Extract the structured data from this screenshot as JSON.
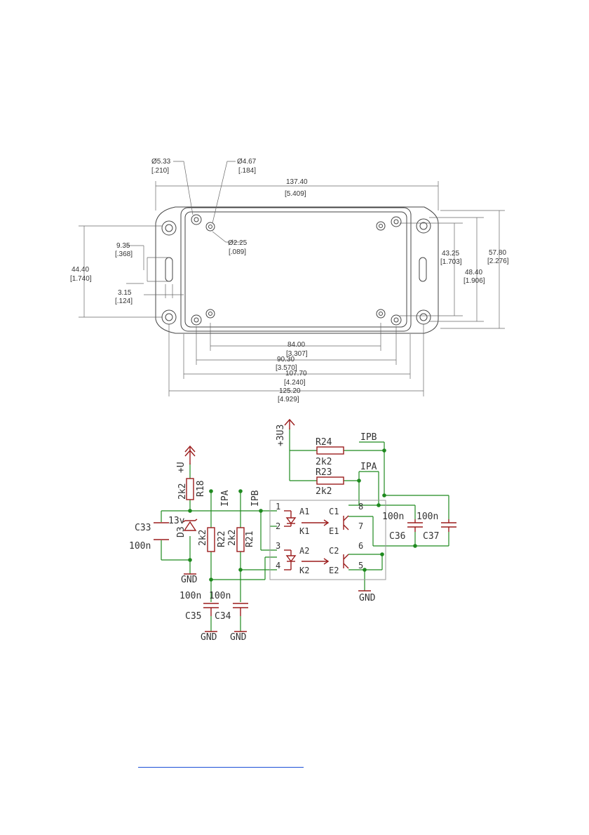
{
  "mechanical_drawing": {
    "dimensions": {
      "hole_large": [
        "Ø5.33",
        "[.210]"
      ],
      "hole_mid": [
        "Ø4.67",
        "[.184]"
      ],
      "hole_small": [
        "Ø2.25",
        "[.089]"
      ],
      "overall_width": [
        "137.40",
        "[5.409]"
      ],
      "slot_length": [
        "9.35",
        "[.368]"
      ],
      "slot_width": [
        "3.15",
        "[.124]"
      ],
      "left_height": [
        "44.40",
        "[1.740]"
      ],
      "inner_height_1": [
        "43.25",
        "[1.703]"
      ],
      "inner_height_2": [
        "48.40",
        "[1.906]"
      ],
      "overall_height": [
        "57.80",
        "[2.276]"
      ],
      "span_84": [
        "84.00",
        "[3.307]"
      ],
      "span_90": [
        "90.30",
        "[3.570]"
      ],
      "span_107": [
        "107.70",
        "[4.240]"
      ],
      "span_125": [
        "125.20",
        "[4.929]"
      ]
    }
  },
  "schematic": {
    "supply_3v3": "+3U3",
    "supply_v": "+U",
    "r24": {
      "name": "R24",
      "value": "2k2"
    },
    "r23": {
      "name": "R23",
      "value": "2k2"
    },
    "r18": {
      "name": "R18",
      "value": "2k2"
    },
    "r22": {
      "name": "R22",
      "value": "2k2"
    },
    "r21": {
      "name": "R21",
      "value": "2k2"
    },
    "net_ipb": "IPB",
    "net_ipa": "IPA",
    "net_ipa_vertical": "IPA",
    "net_ipb_vertical": "IPB",
    "c33": {
      "name": "C33",
      "value": "100n"
    },
    "c35": {
      "name": "C35",
      "value": "100n"
    },
    "c34": {
      "name": "C34",
      "value": "100n"
    },
    "c36": {
      "name": "C36",
      "value": "100n"
    },
    "c37": {
      "name": "C37",
      "value": "100n"
    },
    "d3": {
      "name": "D3",
      "value": "13v"
    },
    "pins": [
      "1",
      "2",
      "3",
      "4",
      "8",
      "7",
      "6",
      "5"
    ],
    "opto_labels": {
      "a1": "A1",
      "k1": "K1",
      "a2": "A2",
      "k2": "K2",
      "c1": "C1",
      "e1": "E1",
      "c2": "C2",
      "e2": "E2"
    },
    "gnd": "GND"
  },
  "colors": {
    "wire": "#1f8a1f",
    "component": "#9b1c1c",
    "junction": "#1f8a1f",
    "link": "#1a4fd6"
  }
}
